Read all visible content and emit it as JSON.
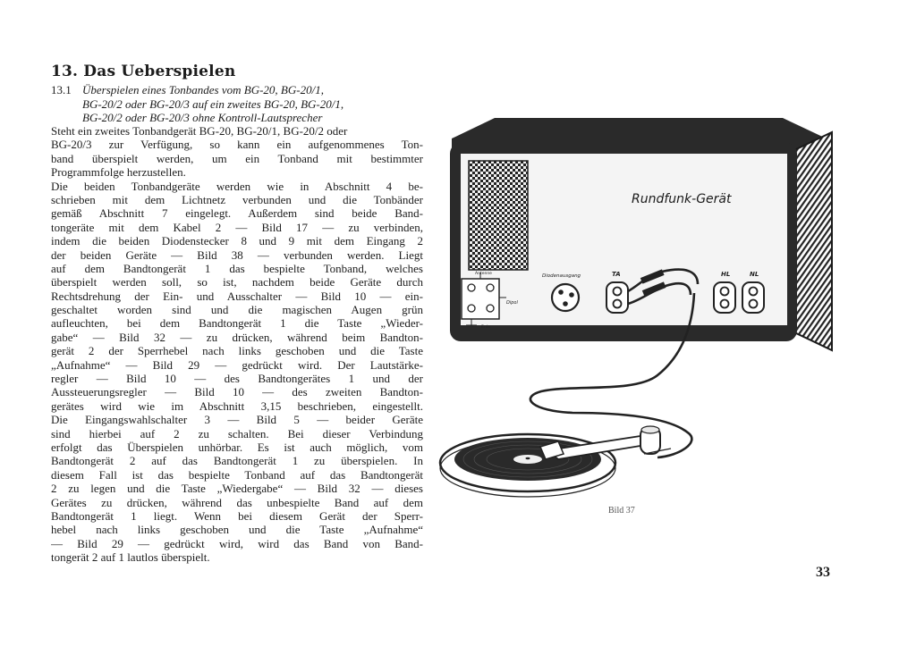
{
  "heading": "13. Das Ueberspielen",
  "subsection": {
    "number": "13.1",
    "title_lines": [
      "Überspielen eines Tonbandes vom BG-20, BG-20/1,",
      "BG-20/2 oder BG-20/3 auf ein zweites BG-20, BG-20/1,",
      "BG-20/2 oder BG-20/3 ohne Kontroll-Lautsprecher"
    ]
  },
  "body_lines": [
    "Steht ein zweites Tonbandgerät BG-20, BG-20/1, BG-20/2 oder",
    "BG-20/3 zur Verfügung, so kann ein aufgenommenes Ton-",
    "band überspielt werden, um ein Tonband mit bestimmter",
    "Programmfolge herzustellen.",
    "Die beiden Tonbandgeräte werden wie in Abschnitt 4 be-",
    "schrieben mit dem Lichtnetz verbunden und die Tonbänder",
    "gemäß Abschnitt 7 eingelegt. Außerdem sind beide Band-",
    "tongeräte mit dem Kabel 2 — Bild 17 — zu verbinden,",
    "indem die beiden Diodenstecker 8 und 9 mit dem Eingang 2",
    "der beiden Geräte — Bild 38 — verbunden werden. Liegt",
    "auf dem Bandtongerät 1 das bespielte Tonband, welches",
    "überspielt werden soll, so ist, nachdem beide Geräte durch",
    "Rechtsdrehung der Ein- und Ausschalter — Bild 10 — ein-",
    "geschaltet worden sind und die magischen Augen grün",
    "aufleuchten, bei dem Bandtongerät 1 die Taste „Wieder-",
    "gabe“ — Bild 32 — zu drücken, während beim Bandton-",
    "gerät 2 der Sperrhebel nach links geschoben und die Taste",
    "„Aufnahme“ — Bild 29 — gedrückt wird. Der Lautstärke-",
    "regler — Bild 10 — des Bandtongerätes 1 und der",
    "Aussteuerungsregler — Bild 10 — des zweiten Bandton-",
    "gerätes wird wie im Abschnitt 3,15 beschrieben, eingestellt.",
    "Die Eingangswahlschalter 3 — Bild 5 — beider Geräte",
    "sind hierbei auf 2 zu schalten. Bei dieser Verbindung",
    "erfolgt das Überspielen unhörbar. Es ist auch möglich, vom",
    "Bandtongerät 2 auf das Bandtongerät 1 zu überspielen. In",
    "diesem Fall ist das bespielte Tonband auf das Bandtongerät",
    "2 zu legen und die Taste „Wiedergabe“ — Bild 32 — dieses",
    "Gerätes zu drücken, während das unbespielte Band auf dem",
    "Bandtongerät 1 liegt. Wenn bei diesem Gerät der Sperr-",
    "hebel nach links geschoben und die Taste „Aufnahme“",
    "— Bild 29 — gedrückt wird, wird das Band von Band-",
    "tongerät 2 auf 1 lautlos überspielt."
  ],
  "figure": {
    "device_label": "Rundfunk-Gerät",
    "socket_labels": {
      "diode_output": "Diodenausgang",
      "ta": "TA",
      "hl": "HL",
      "nl": "NL",
      "antenna": "Antenne",
      "dipol": "Dipol",
      "earth": "Erde"
    },
    "caption": "Bild 37"
  },
  "page_number": "33",
  "colors": {
    "ink": "#1c1c1c",
    "cabinet": "#2a2a2a",
    "panel": "#f4f4f4"
  }
}
